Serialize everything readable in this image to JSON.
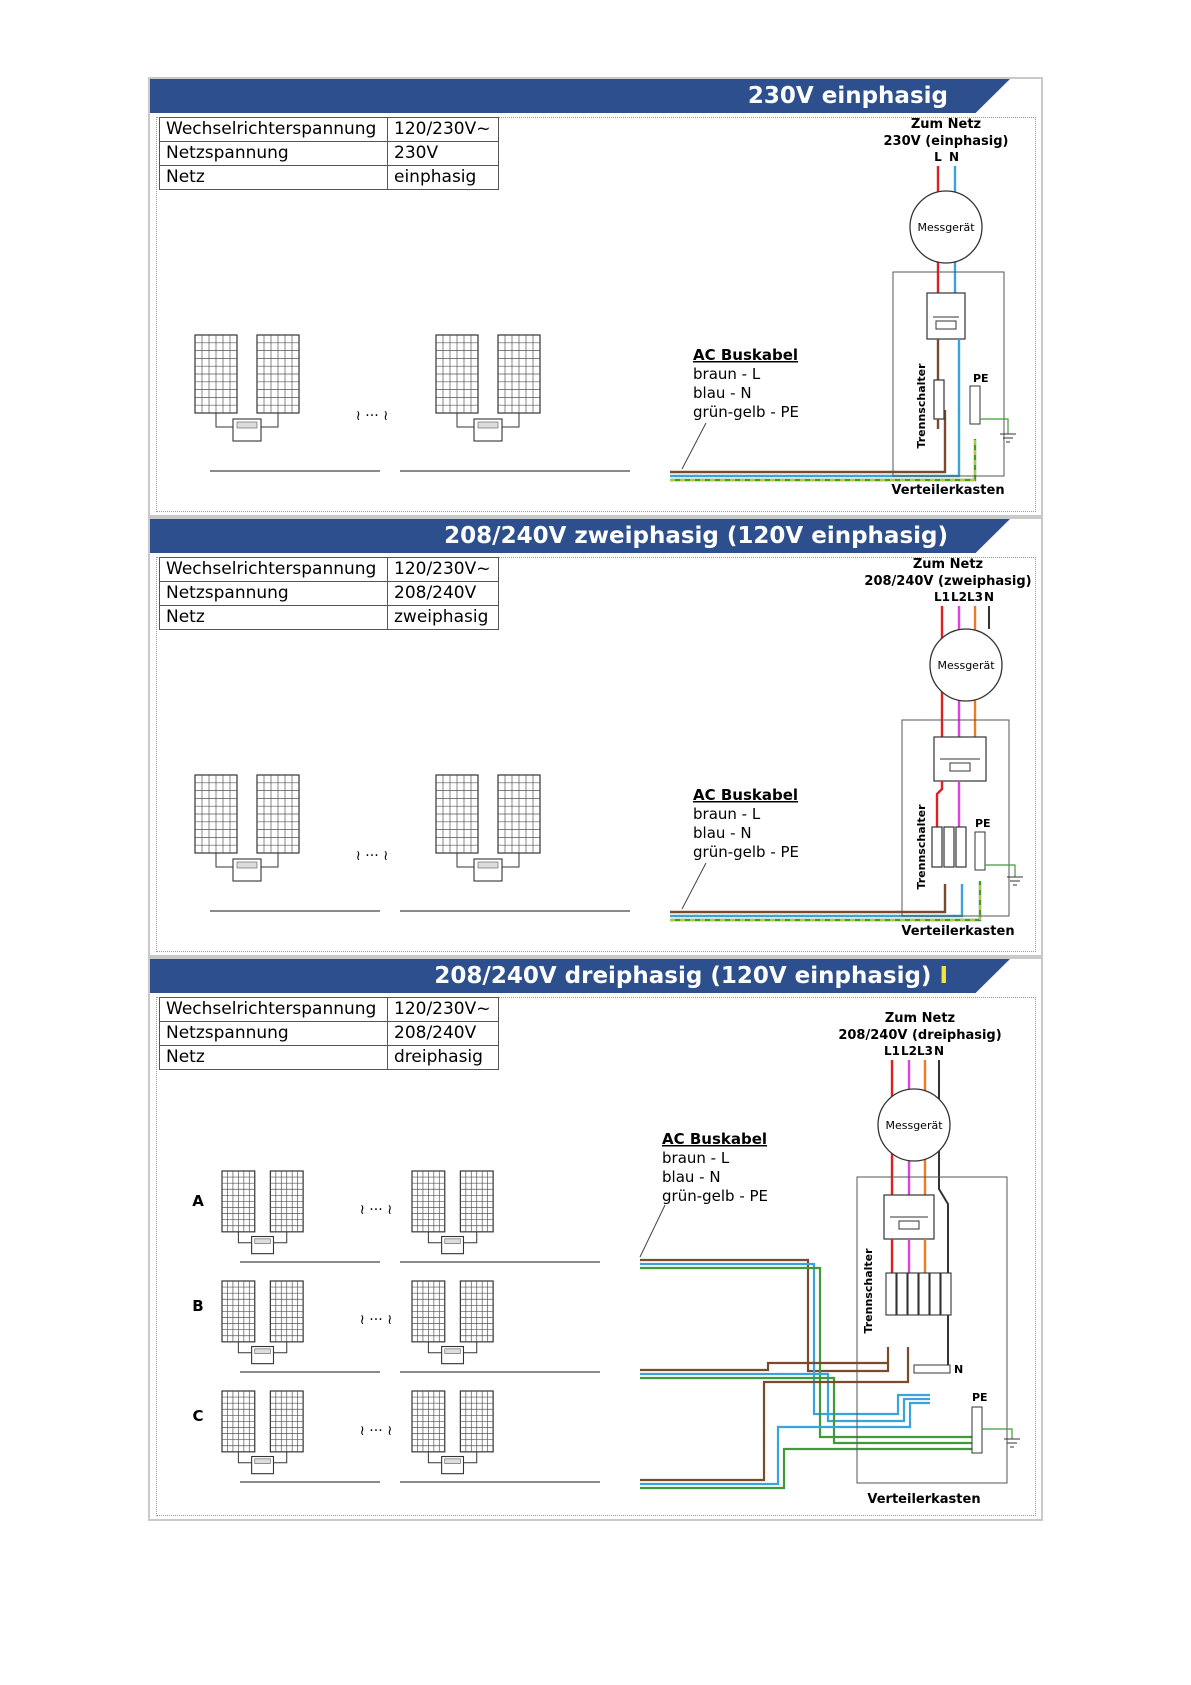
{
  "panels": [
    {
      "title": "230V einphasig",
      "title_mark": "",
      "specs": [
        {
          "key": "Wechselrichterspannung",
          "value": "120/230V~"
        },
        {
          "key": "Netzspannung",
          "value": "230V"
        },
        {
          "key": "Netz",
          "value": "einphasig"
        }
      ],
      "grid_label": "Zum Netz",
      "grid_type": "230V (einphasig)",
      "phases": [
        "L",
        "N"
      ],
      "meter_label": "Messgerät",
      "cable_title": "AC Buskabel",
      "cable_lines": [
        "braun - L",
        "blau - N",
        "grün-gelb - PE"
      ],
      "switch_label": "Trennschalter",
      "pe_label": "PE",
      "box_label": "Verteilerkasten"
    },
    {
      "title": "208/240V zweiphasig (120V einphasig)",
      "title_mark": "",
      "specs": [
        {
          "key": "Wechselrichterspannung",
          "value": "120/230V~"
        },
        {
          "key": "Netzspannung",
          "value": "208/240V"
        },
        {
          "key": "Netz",
          "value": "zweiphasig"
        }
      ],
      "grid_label": "Zum Netz",
      "grid_type": "208/240V (zweiphasig)",
      "phases": [
        "L1",
        "L2",
        "L3",
        "N"
      ],
      "meter_label": "Messgerät",
      "cable_title": "AC Buskabel",
      "cable_lines": [
        "braun - L",
        "blau - N",
        "grün-gelb - PE"
      ],
      "switch_label": "Trennschalter",
      "pe_label": "PE",
      "box_label": "Verteilerkasten"
    },
    {
      "title": "208/240V dreiphasig (120V einphasig)",
      "title_mark": "I",
      "specs": [
        {
          "key": "Wechselrichterspannung",
          "value": "120/230V~"
        },
        {
          "key": "Netzspannung",
          "value": "208/240V"
        },
        {
          "key": "Netz",
          "value": "dreiphasig"
        }
      ],
      "grid_label": "Zum Netz",
      "grid_type": "208/240V (dreiphasig)",
      "phases": [
        "L1",
        "L2",
        "L3",
        "N"
      ],
      "meter_label": "Messgerät",
      "cable_title": "AC Buskabel",
      "cable_lines": [
        "braun - L",
        "blau - N",
        "grün-gelb - PE"
      ],
      "switch_label": "Trennschalter",
      "pe_label": "PE",
      "n_label": "N",
      "box_label": "Verteilerkasten",
      "rows": [
        "A",
        "B",
        "C"
      ]
    }
  ],
  "colors": {
    "header": "#2d4f8e",
    "brown": "#7b4a2d",
    "blue": "#3aa3dc",
    "green": "#3f9a3a",
    "yellow": "#e3d33a",
    "red": "#e02020",
    "magenta": "#e040e0",
    "orange": "#ee7a28",
    "black": "#333333"
  },
  "symbols": {
    "gap": "≀ ··· ≀"
  }
}
